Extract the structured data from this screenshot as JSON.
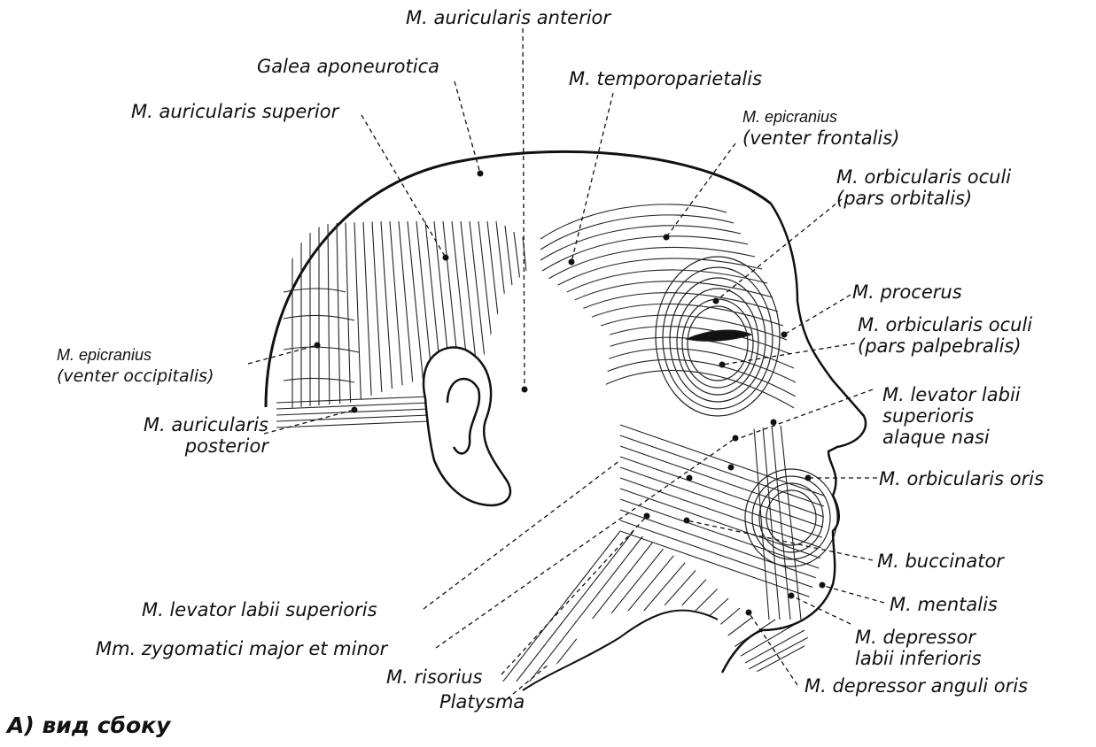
{
  "labels": {
    "auricularis_anterior": "M. auricularis anterior",
    "galea": "Galea aponeurotica",
    "temporoparietalis": "M. temporoparietalis",
    "auricularis_superior": "M. auricularis superior",
    "epicranius_frontalis": [
      "M. epicranius",
      "(venter frontalis)"
    ],
    "orbicularis_oculi_orbitalis": [
      "M. orbicularis oculi",
      "(pars orbitalis)"
    ],
    "procerus": "M. procerus",
    "orbicularis_oculi_palpebralis": [
      "M. orbicularis oculi",
      "(pars palpebralis)"
    ],
    "epicranius_occipitalis": [
      "M. epicranius",
      "(venter occipitalis)"
    ],
    "levator_labii_alaeque": [
      "M. levator labii",
      "superioris",
      "alaque nasi"
    ],
    "auricularis_posterior": [
      "M. auricularis",
      "posterior"
    ],
    "orbicularis_oris": "M. orbicularis oris",
    "buccinator": "M. buccinator",
    "mentalis": "M. mentalis",
    "levator_labii_superioris": "M. levator labii superioris",
    "depressor_labii": [
      "M. depressor",
      "labii inferioris"
    ],
    "zygomatici": "Mm. zygomatici  major et minor",
    "risorius": "M. risorius",
    "depressor_anguli": "M. depressor anguli oris",
    "platysma": "Platysma"
  },
  "caption": "А) вид сбоку"
}
